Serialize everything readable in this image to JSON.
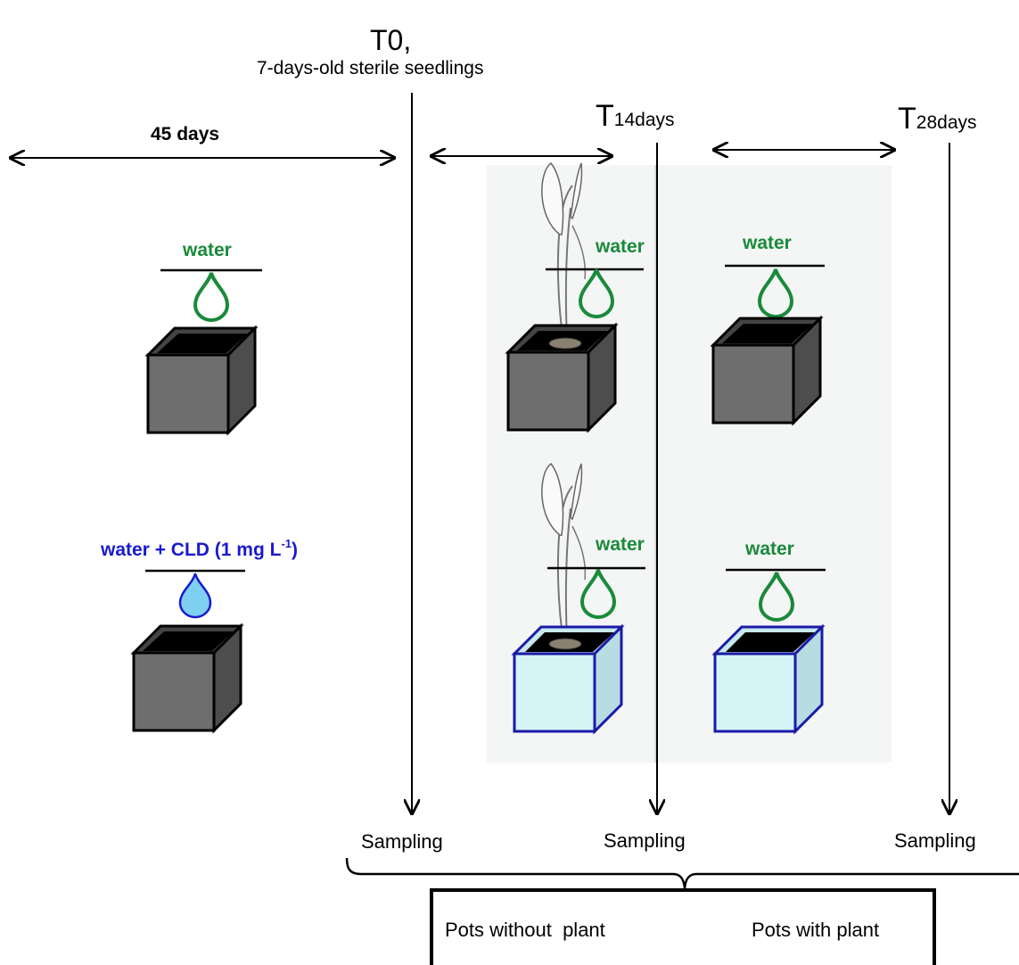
{
  "timeline": {
    "t0_label": "T0,",
    "t0_sublabel": "7-days-old sterile seedlings",
    "t14_prefix": "T",
    "t14_suffix": "14days",
    "t28_prefix": "T",
    "t28_suffix": "28days",
    "duration_label": "45 days"
  },
  "labels": {
    "water": "water",
    "cld_prefix": "water + CLD (1 mg L",
    "cld_sup": "-1",
    "cld_suffix": ")"
  },
  "sampling": {
    "label": "Sampling"
  },
  "legend": {
    "without_plant": "Pots without  plant",
    "with_plant": "Pots with plant"
  },
  "colors": {
    "water_text": "#1a8a3a",
    "cld_text": "#1a1ad0",
    "pot_dark": "#666666",
    "pot_light": "#d4f4f6",
    "pot_light_border": "#1a1aa8",
    "drop_cld": "#7fd0f0",
    "panel_bg": "#f4f5f5"
  }
}
